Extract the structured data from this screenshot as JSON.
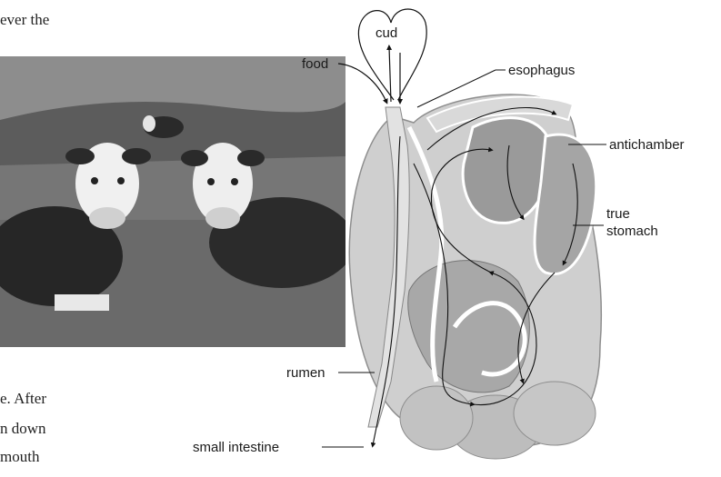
{
  "text_fragments": {
    "top": "ever the",
    "bottom_1": "e. After",
    "bottom_2": "n down",
    "bottom_3": "mouth"
  },
  "labels": {
    "cud": "cud",
    "food": "food",
    "esophagus": "esophagus",
    "antichamber": "antichamber",
    "true_stomach_1": "true",
    "true_stomach_2": "stomach",
    "rumen": "rumen",
    "small_intestine": "small intestine"
  },
  "colors": {
    "stomach_fill": "#cfcfcf",
    "stomach_shade": "#9b9b9b",
    "path_line": "#111111",
    "photo_bg": "#6f6f6f"
  }
}
